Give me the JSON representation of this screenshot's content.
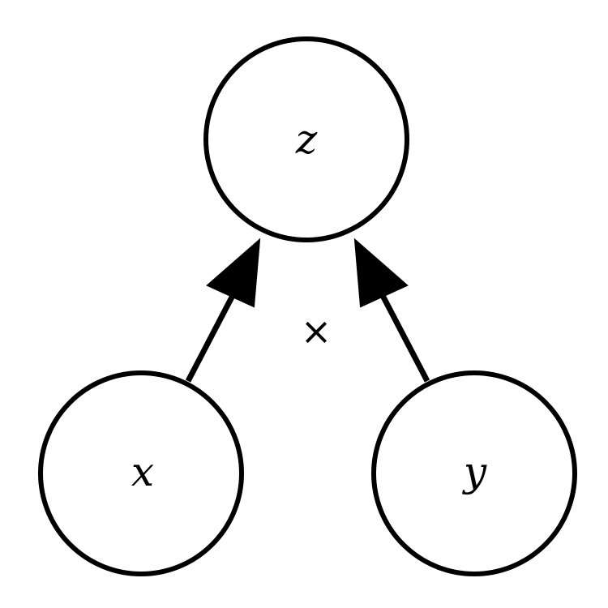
{
  "nodes": {
    "z": {
      "label": "z"
    },
    "x": {
      "label": "x"
    },
    "y": {
      "label": "y"
    }
  },
  "edges": [
    {
      "from": "x",
      "to": "z"
    },
    {
      "from": "y",
      "to": "z"
    }
  ],
  "operation": {
    "symbol": "×"
  }
}
